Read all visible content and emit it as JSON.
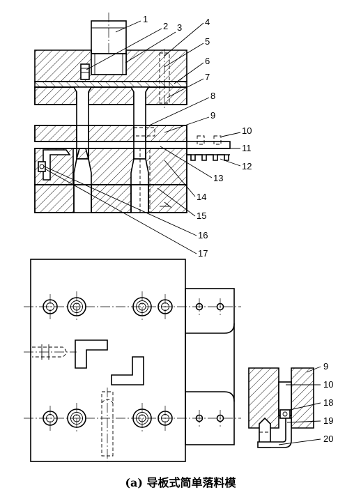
{
  "title": "(a) 导板式简单落料模",
  "part_labels": [
    "1",
    "2",
    "3",
    "4",
    "5",
    "6",
    "7",
    "8",
    "9",
    "10",
    "11",
    "12",
    "13",
    "14",
    "15",
    "16",
    "17"
  ],
  "detail_labels": [
    "9",
    "10",
    "18",
    "19",
    "20"
  ]
}
